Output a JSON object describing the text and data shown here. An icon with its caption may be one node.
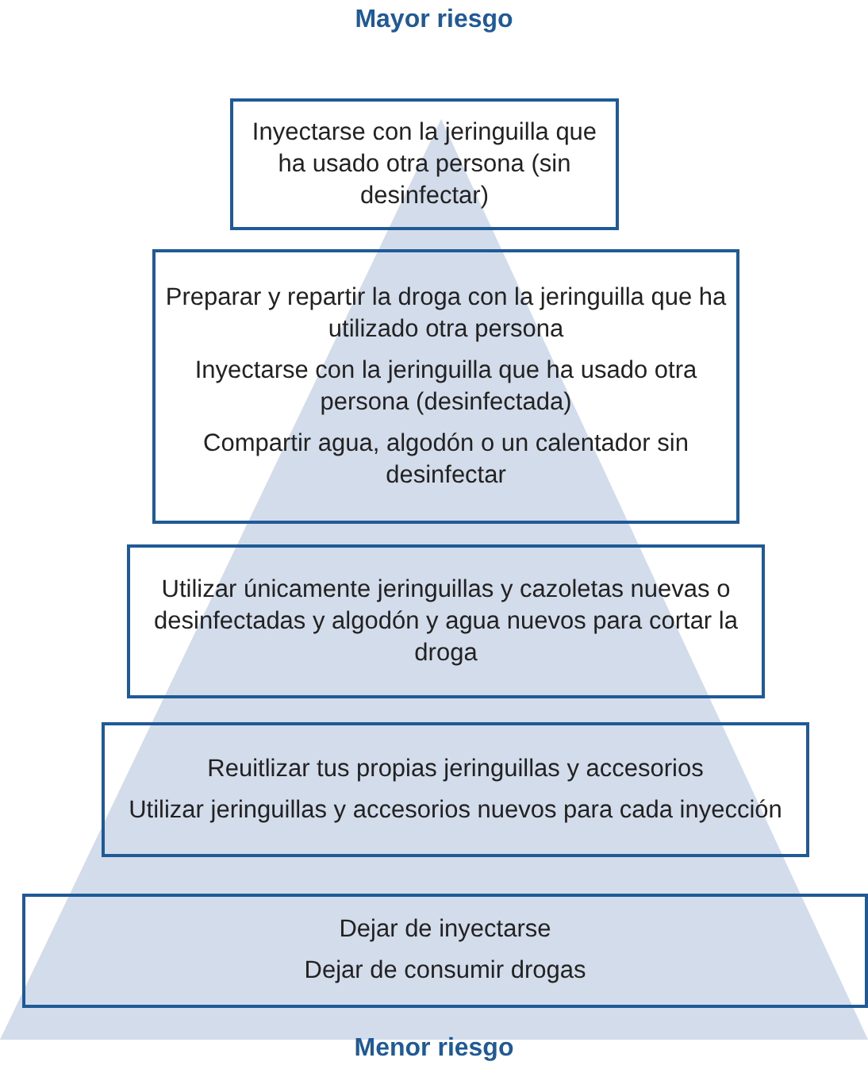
{
  "diagram": {
    "nodes": [
      {
        "text": [
          "Inyectarse con la jeringuilla que ha usado otra persona (sin desinfectar)"
        ]
      },
      {
        "text": [
          "Preparar y repartir la droga con la jeringuilla que ha utilizado otra persona",
          "Inyectarse con la jeringuilla que ha usado otra persona (desinfectada)",
          "Compartir agua, algodón o un calentador sin desinfectar"
        ]
      },
      {
        "text": [
          "Utilizar únicamente jeringuillas y cazoletas nuevas o desinfectadas y algodón y agua nuevos para cortar la droga"
        ]
      },
      {
        "text": [
          "Reuitlizar tus propias jeringuillas y accesorios",
          "Utilizar jeringuillas y accesorios nuevos para cada inyección"
        ]
      },
      {
        "text": [
          "Dejar de inyectarse",
          "Dejar de consumir drogas"
        ]
      }
    ],
    "labels": [
      "Mayor riesgo",
      "Menor riesgo"
    ]
  }
}
